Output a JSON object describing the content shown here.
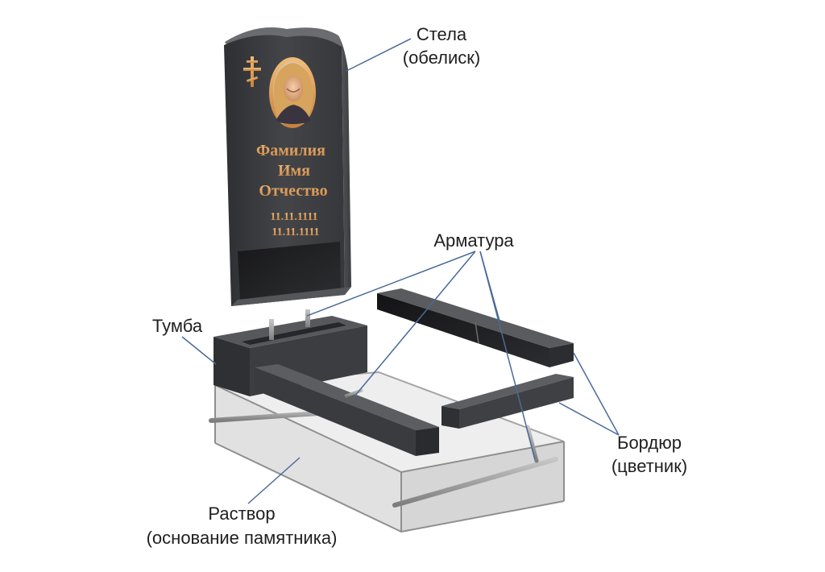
{
  "labels": {
    "stela_line1": "Стела",
    "stela_line2": "(обелиск)",
    "armatura": "Арматура",
    "tumba": "Тумба",
    "bordyur_line1": "Бордюр",
    "bordyur_line2": "(цветник)",
    "rastvor_line1": "Раствор",
    "rastvor_line2": "(основание памятника)"
  },
  "inscription": {
    "surname": "Фамилия",
    "name": "Имя",
    "patronymic": "Отчество",
    "date_birth": "11.11.1111",
    "date_death": "11.11.1111"
  },
  "icons": {
    "cross": "orthodox-cross-icon",
    "photo": "portrait-medallion"
  },
  "colors": {
    "granite": "#3e3f42",
    "granite_dark": "#232427",
    "granite_top": "#55565a",
    "gold": "#e3a15a",
    "leader": "#4a6a9a",
    "concrete_fill": "#e6e6e6",
    "concrete_edge": "#8f8f8f"
  }
}
